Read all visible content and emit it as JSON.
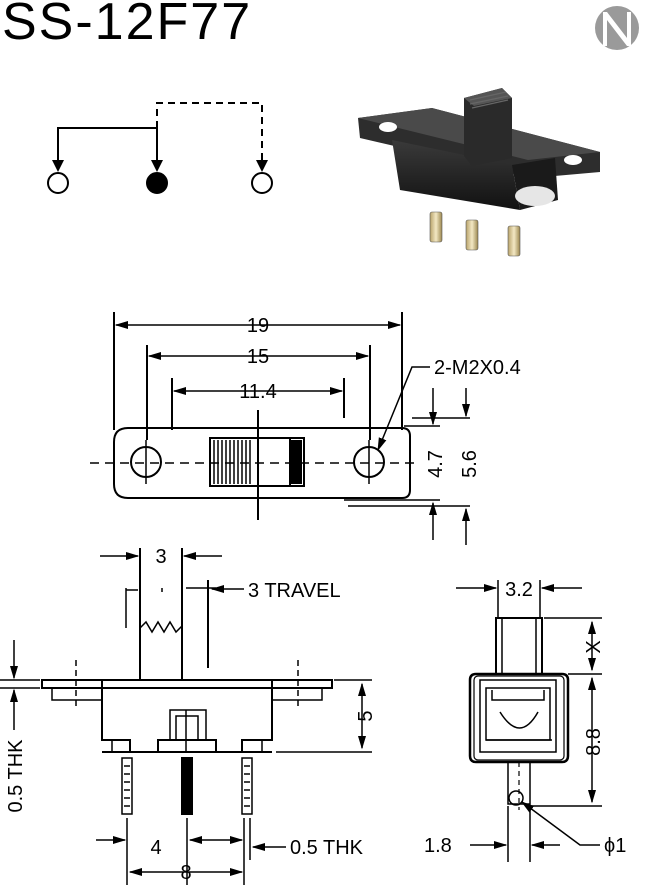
{
  "title": "SS-12F77",
  "logo_letter": "N",
  "top_view": {
    "overall_length": "19",
    "hole_pitch": "15",
    "slot_length": "11.4",
    "screw_note": "2-M2X0.4",
    "inner_height": "4.7",
    "outer_height": "5.6"
  },
  "side_view": {
    "actuator_width": "3",
    "travel": "3 TRAVEL",
    "frame_thickness": "0.5 THK",
    "body_height": "5",
    "terminal_pitch": "4",
    "terminal_span": "8",
    "terminal_thickness": "0.5 THK"
  },
  "end_view": {
    "actuator_width": "3.2",
    "actuator_extra": "X",
    "height": "8.8",
    "terminal_offset": "1.8",
    "hole_diameter": "ϕ1"
  }
}
